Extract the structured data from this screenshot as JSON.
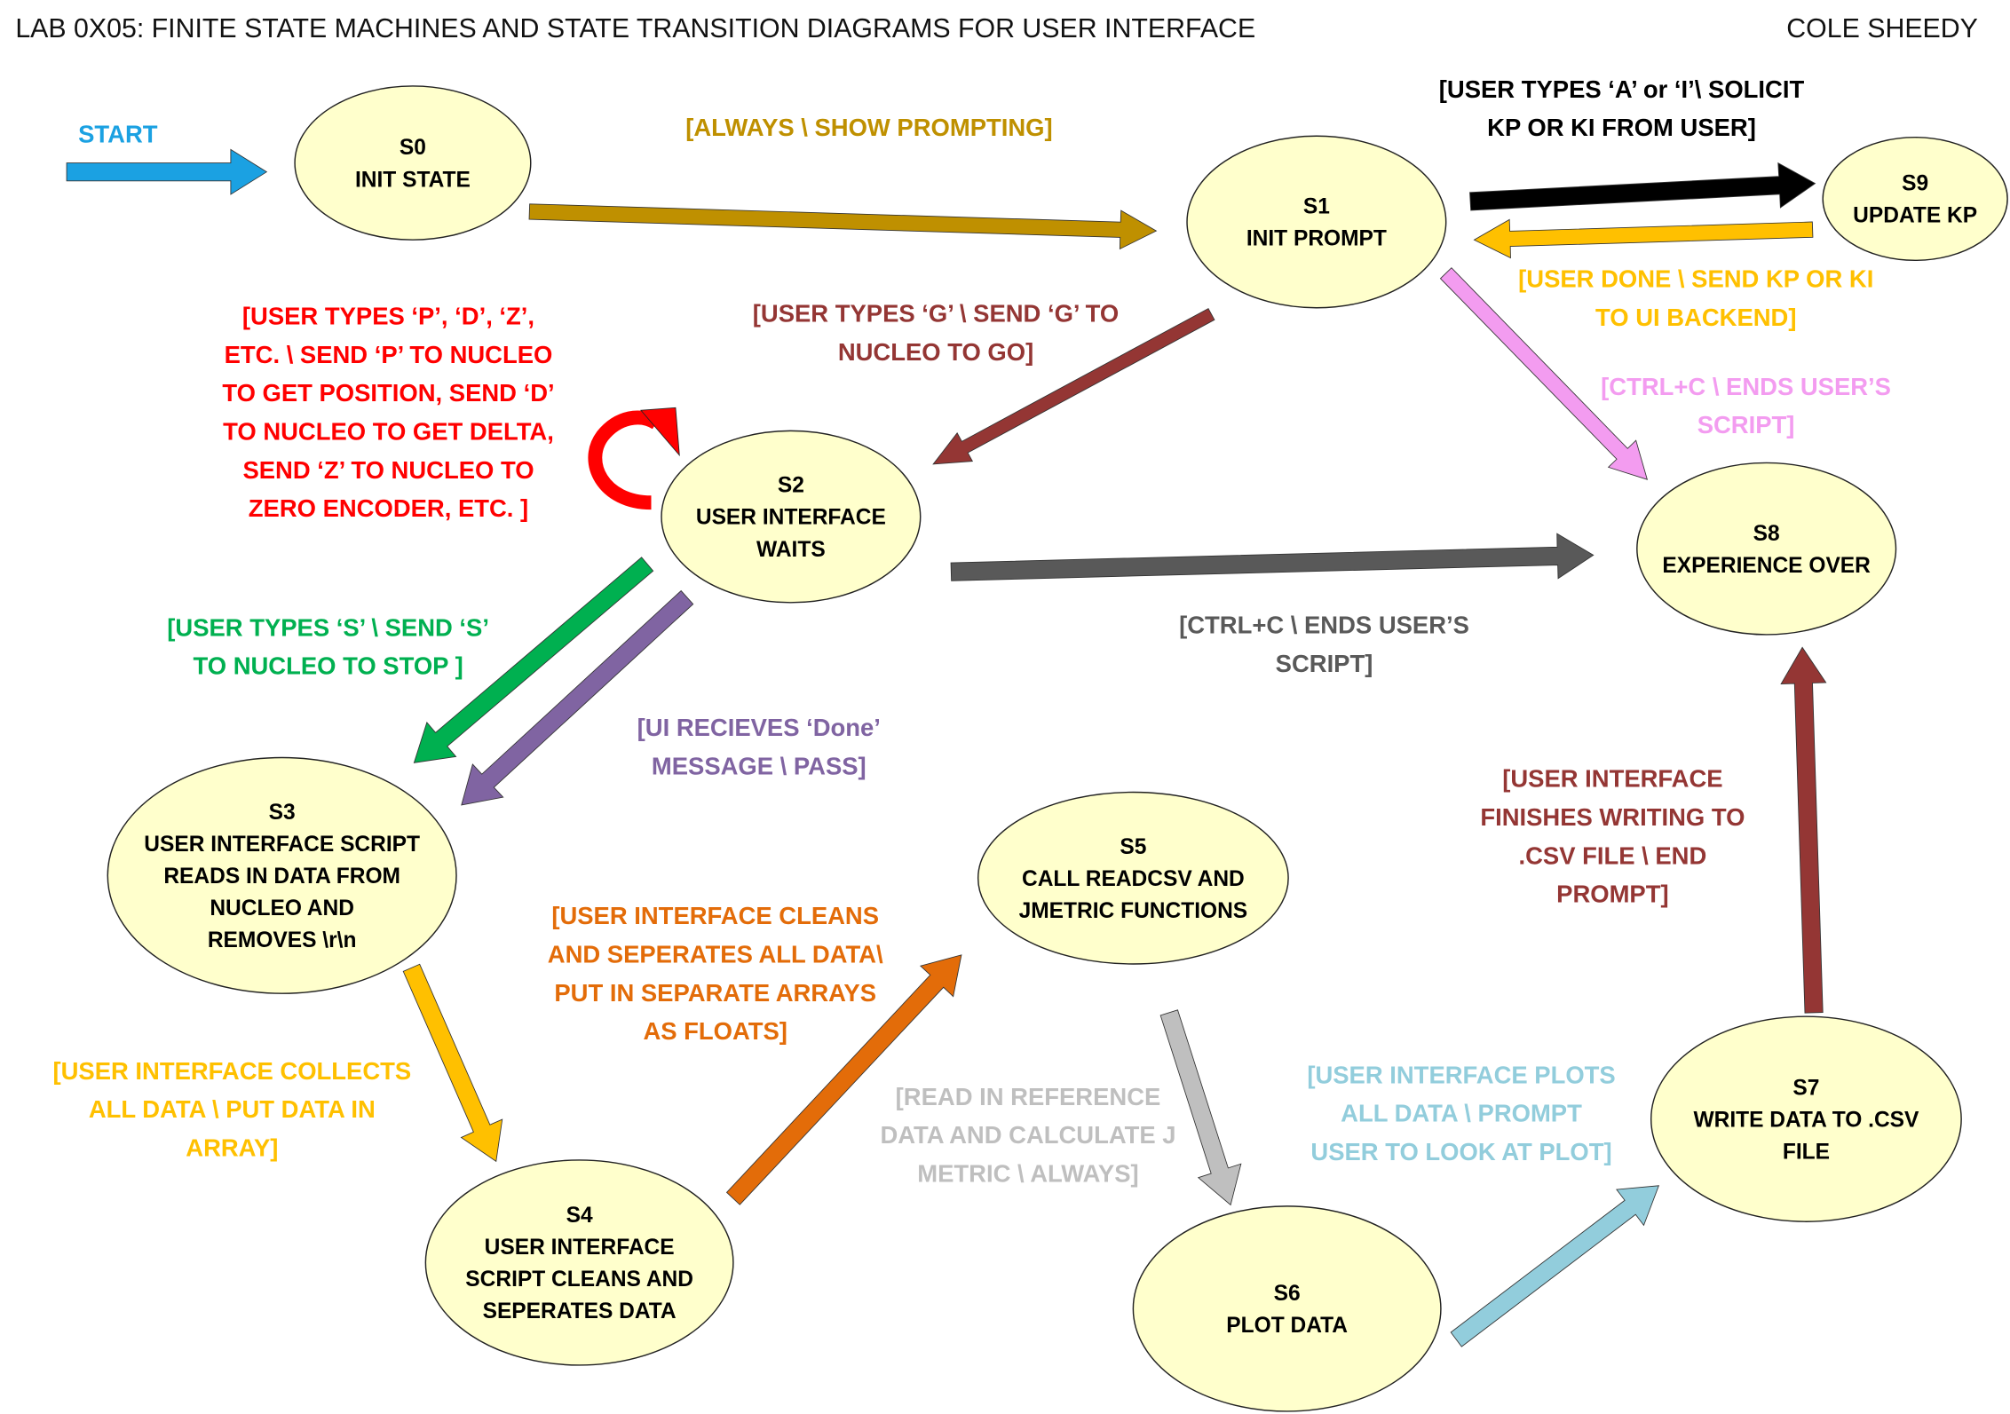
{
  "header": {
    "title": "LAB 0X05: FINITE STATE MACHINES AND STATE TRANSITION DIAGRAMS FOR USER INTERFACE",
    "author": "COLE SHEEDY"
  },
  "start_label": "START",
  "state_fill": "#ffffcc",
  "states": [
    {
      "id": "S0",
      "lines": [
        "S0",
        "INIT STATE"
      ]
    },
    {
      "id": "S1",
      "lines": [
        "S1",
        "INIT PROMPT"
      ]
    },
    {
      "id": "S2",
      "lines": [
        "S2",
        "USER INTERFACE",
        "WAITS"
      ]
    },
    {
      "id": "S3",
      "lines": [
        "S3",
        "USER INTERFACE SCRIPT",
        "READS IN DATA FROM",
        "NUCLEO AND",
        "REMOVES  \\r\\n"
      ]
    },
    {
      "id": "S4",
      "lines": [
        "S4",
        "USER INTERFACE",
        "SCRIPT CLEANS AND",
        "SEPERATES DATA"
      ]
    },
    {
      "id": "S5",
      "lines": [
        "S5",
        "CALL READCSV AND",
        "JMETRIC FUNCTIONS"
      ]
    },
    {
      "id": "S6",
      "lines": [
        "S6",
        "PLOT DATA"
      ]
    },
    {
      "id": "S7",
      "lines": [
        "S7",
        "WRITE DATA TO .CSV",
        "FILE"
      ]
    },
    {
      "id": "S8",
      "lines": [
        "S8",
        "EXPERIENCE OVER"
      ]
    },
    {
      "id": "S9",
      "lines": [
        "S9",
        "UPDATE KP"
      ]
    }
  ],
  "transitions": [
    {
      "id": "start-s0",
      "color": "#1ba1e2",
      "lines": []
    },
    {
      "id": "s0-s1",
      "color": "#bf9000",
      "lines": [
        "[ALWAYS \\ SHOW PROMPTING]"
      ]
    },
    {
      "id": "s1-s9",
      "color": "#000000",
      "lines": [
        "[USER TYPES ‘A’ or ‘I’\\ SOLICIT",
        "KP OR KI FROM USER]"
      ]
    },
    {
      "id": "s9-s1",
      "color": "#ffc000",
      "lines": [
        "[USER DONE \\ SEND KP OR KI",
        "TO UI BACKEND]"
      ]
    },
    {
      "id": "s1-s2",
      "color": "#943634",
      "lines": [
        "[USER TYPES ‘G’ \\ SEND ‘G’ TO",
        "NUCLEO TO GO]"
      ]
    },
    {
      "id": "s1-s8",
      "color": "#f39cf0",
      "lines": [
        "[CTRL+C \\ ENDS USER’S",
        "SCRIPT]"
      ]
    },
    {
      "id": "s2-s2",
      "color": "#ff0000",
      "lines": [
        "[USER TYPES ‘P’, ‘D’, ‘Z’,",
        "ETC. \\ SEND ‘P’ TO NUCLEO",
        "TO GET POSITION, SEND ‘D’",
        "TO NUCLEO TO GET DELTA,",
        "SEND ‘Z’ TO NUCLEO TO",
        "ZERO ENCODER, ETC. ]"
      ]
    },
    {
      "id": "s2-s8",
      "color": "#595959",
      "lines": [
        "[CTRL+C \\ ENDS USER’S",
        "SCRIPT]"
      ]
    },
    {
      "id": "s2-s3-stop",
      "color": "#00b050",
      "lines": [
        "[USER TYPES ‘S’ \\ SEND ‘S’",
        "TO NUCLEO TO STOP ]"
      ]
    },
    {
      "id": "s2-s3-done",
      "color": "#8064a2",
      "lines": [
        "[UI RECIEVES ‘Done’",
        "MESSAGE \\  PASS]"
      ]
    },
    {
      "id": "s3-s4",
      "color": "#ffc000",
      "lines": [
        "[USER INTERFACE COLLECTS",
        "ALL DATA \\  PUT DATA IN",
        "ARRAY]"
      ]
    },
    {
      "id": "s4-s5",
      "color": "#e36c09",
      "lines": [
        "[USER INTERFACE CLEANS",
        "AND SEPERATES ALL DATA\\",
        "PUT IN SEPARATE ARRAYS",
        "AS FLOATS]"
      ]
    },
    {
      "id": "s5-s6",
      "color": "#bfbfbf",
      "lines": [
        "[READ IN REFERENCE",
        "DATA AND CALCULATE J",
        "METRIC \\  ALWAYS]"
      ]
    },
    {
      "id": "s6-s7",
      "color": "#92cddc",
      "lines": [
        "[USER INTERFACE PLOTS",
        "ALL DATA \\  PROMPT",
        "USER TO LOOK AT PLOT]"
      ]
    },
    {
      "id": "s7-s8",
      "color": "#943634",
      "lines": [
        "[USER INTERFACE",
        "FINISHES WRITING TO",
        ".CSV FILE \\  END",
        "PROMPT]"
      ]
    }
  ]
}
